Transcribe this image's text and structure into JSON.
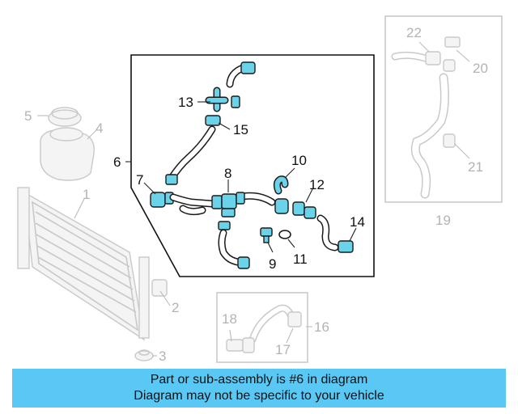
{
  "callouts": {
    "c1": "1",
    "c2": "2",
    "c3": "3",
    "c4": "4",
    "c5": "5",
    "c6": "6",
    "c7": "7",
    "c8": "8",
    "c9": "9",
    "c10": "10",
    "c11": "11",
    "c12": "12",
    "c13": "13",
    "c14": "14",
    "c15": "15",
    "c16": "16",
    "c17": "17",
    "c18": "18",
    "c19": "19",
    "c20": "20",
    "c21": "21",
    "c22": "22"
  },
  "banner": {
    "line1": "Part or sub-assembly is #6 in diagram",
    "line2": "Diagram may not be specific to your vehicle"
  },
  "colors": {
    "highlight": "#6ad3ea",
    "banner": "#5ac8f5",
    "ghost": "#c9c9c9"
  }
}
